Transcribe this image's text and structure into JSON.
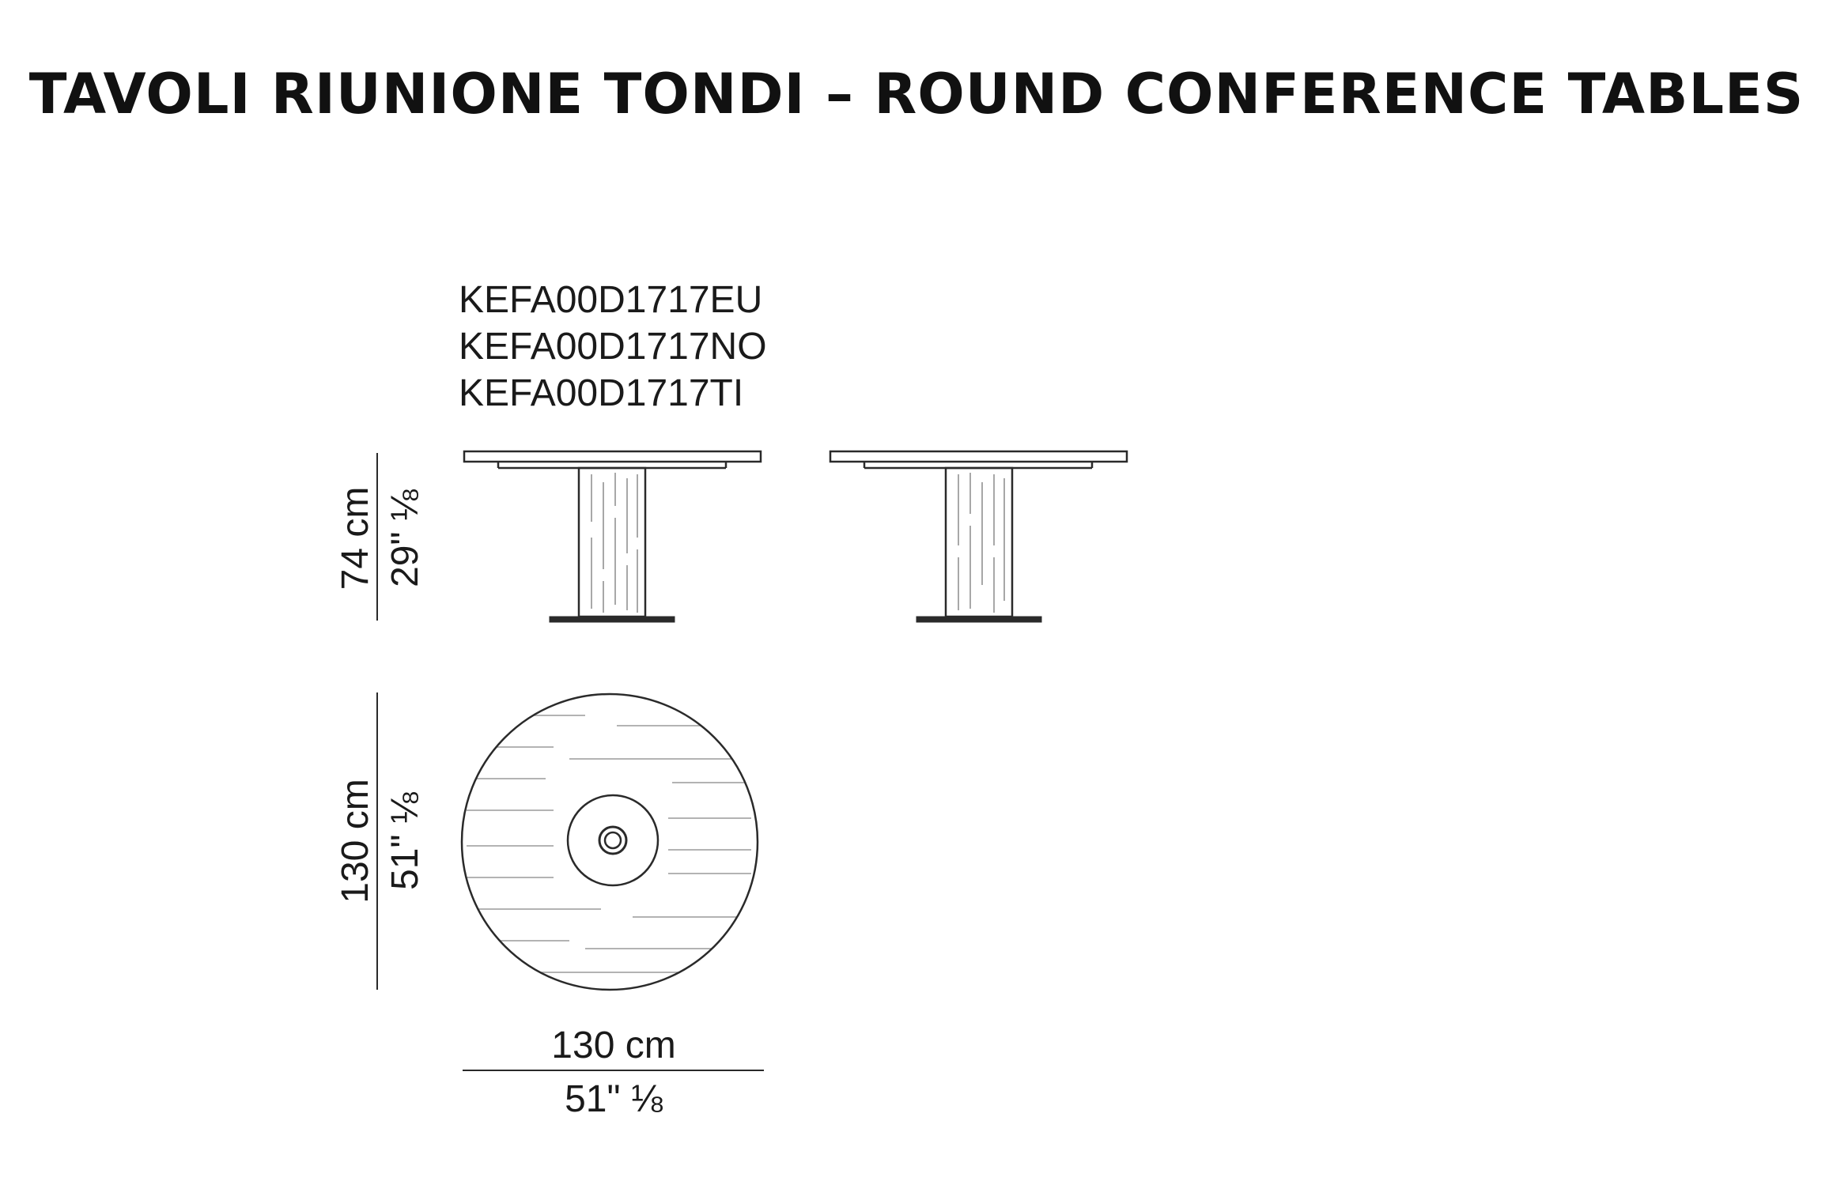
{
  "title": "TAVOLI RIUNIONE TONDI – ROUND CONFERENCE TABLES",
  "product_codes": [
    "KEFA00D1717EU",
    "KEFA00D1717NO",
    "KEFA00D1717TI"
  ],
  "dimensions": {
    "height": {
      "metric": "74 cm",
      "imperial": "29\" ⅛"
    },
    "depth": {
      "metric": "130 cm",
      "imperial": "51\" ⅛"
    },
    "width": {
      "metric": "130 cm",
      "imperial": "51\" ⅛"
    }
  }
}
